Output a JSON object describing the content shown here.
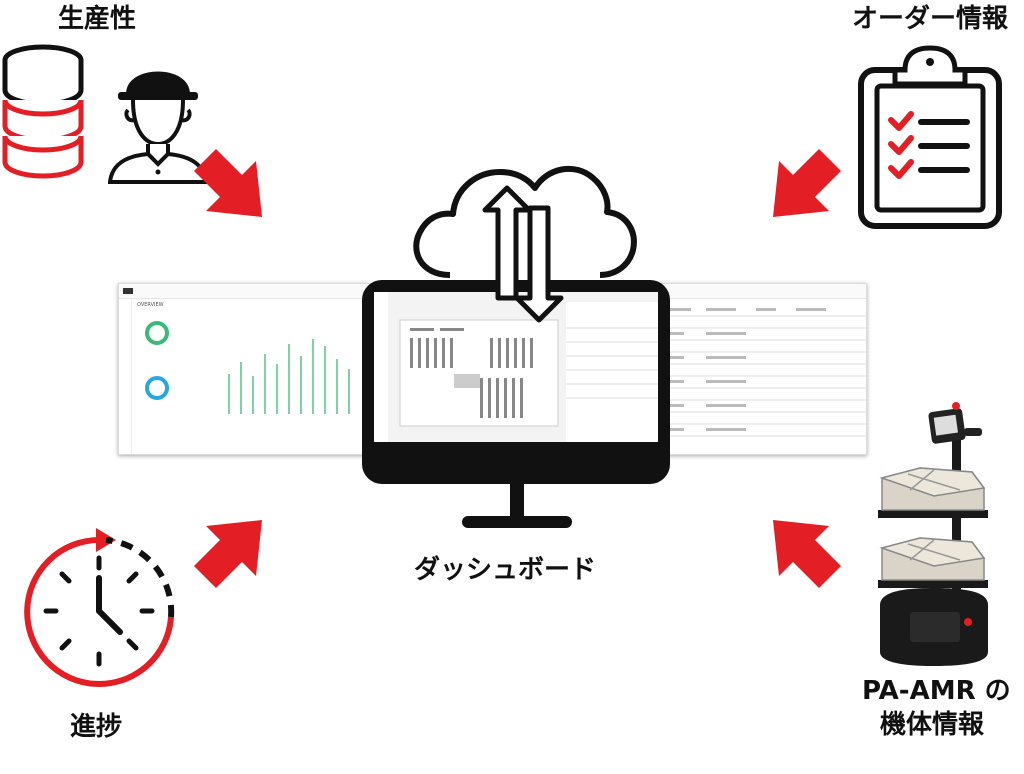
{
  "labels": {
    "productivity": "生産性",
    "order_info": "オーダー情報",
    "dashboard": "ダッシュボード",
    "progress": "進捗",
    "amr_line1": "PA-AMR の",
    "amr_line2": "機体情報"
  },
  "dashboard_preview": {
    "section_title": "OVERVIEW"
  },
  "icons": {
    "database": "database-icon",
    "worker": "worker-icon",
    "clipboard": "clipboard-checklist-icon",
    "cloud": "cloud-sync-icon",
    "monitor": "monitor-icon",
    "clock": "clock-icon",
    "robot": "amr-robot-icon"
  },
  "colors": {
    "accent_red": "#e31e24",
    "outline_black": "#111111",
    "chart_green": "#3cb878",
    "donut_blue": "#29a8e0"
  }
}
